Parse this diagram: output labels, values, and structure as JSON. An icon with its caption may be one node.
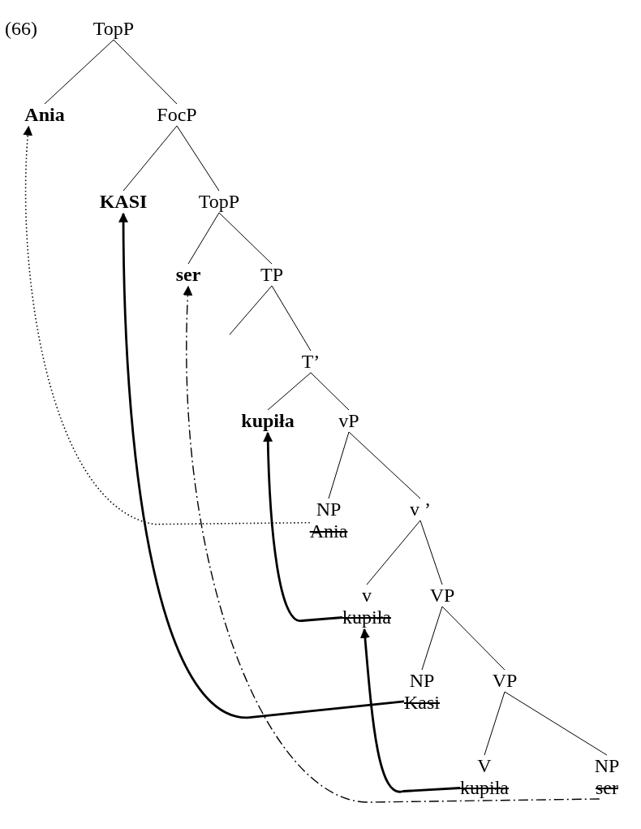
{
  "diagram": {
    "nodes": [
      {
        "text": [
          "TopP"
        ]
      },
      {
        "text": [
          "Ania"
        ]
      },
      {
        "text": [
          "FocP"
        ]
      },
      {
        "text": [
          "KASI"
        ]
      },
      {
        "text": [
          "TopP"
        ]
      },
      {
        "text": [
          "ser"
        ]
      },
      {
        "text": [
          "TP"
        ]
      },
      {
        "text": [
          "T’"
        ]
      },
      {
        "text": [
          "kupiła"
        ]
      },
      {
        "text": [
          "vP"
        ]
      },
      {
        "text": [
          "NP",
          "Ania"
        ]
      },
      {
        "text": [
          "v ’"
        ]
      },
      {
        "text": [
          "v",
          "kupiła"
        ]
      },
      {
        "text": [
          "VP"
        ]
      },
      {
        "text": [
          "NP",
          "Kasi"
        ]
      },
      {
        "text": [
          "VP"
        ]
      },
      {
        "text": [
          "V",
          "kupiła"
        ]
      },
      {
        "text": [
          "NP",
          "ser"
        ]
      }
    ],
    "edges": [
      {
        "from": 0,
        "to": 1,
        "arrow": "none"
      },
      {
        "from": 0,
        "to": 2,
        "arrow": "none"
      },
      {
        "from": 2,
        "to": 3,
        "arrow": "none"
      },
      {
        "from": 2,
        "to": 4,
        "arrow": "none"
      },
      {
        "from": 4,
        "to": 5,
        "arrow": "none"
      },
      {
        "from": 4,
        "to": 6,
        "arrow": "none"
      },
      {
        "from": 6,
        "to": null,
        "arrow": "none"
      },
      {
        "from": 6,
        "to": 7,
        "arrow": "none"
      },
      {
        "from": 7,
        "to": 8,
        "arrow": "none"
      },
      {
        "from": 7,
        "to": 9,
        "arrow": "none"
      },
      {
        "from": 9,
        "to": 10,
        "arrow": "none"
      },
      {
        "from": 9,
        "to": 11,
        "arrow": "none"
      },
      {
        "from": 11,
        "to": 12,
        "arrow": "none"
      },
      {
        "from": 11,
        "to": 13,
        "arrow": "none"
      },
      {
        "from": 13,
        "to": 14,
        "arrow": "none"
      },
      {
        "from": 13,
        "to": 15,
        "arrow": "none"
      },
      {
        "from": 15,
        "to": 16,
        "arrow": "none"
      },
      {
        "from": 15,
        "to": 17,
        "arrow": "none"
      },
      {
        "from": 10,
        "to": 1,
        "arrow": "to",
        "style": "dashed"
      },
      {
        "from": 14,
        "to": 3,
        "arrow": "to",
        "style": "thick"
      },
      {
        "from": 12,
        "to": 8,
        "arrow": "to",
        "style": "thick"
      },
      {
        "from": 16,
        "to": 12,
        "arrow": "to",
        "style": "thick"
      },
      {
        "from": 17,
        "to": 5,
        "arrow": "to",
        "style": "dashed"
      }
    ],
    "labels": [
      "(66)"
    ]
  }
}
